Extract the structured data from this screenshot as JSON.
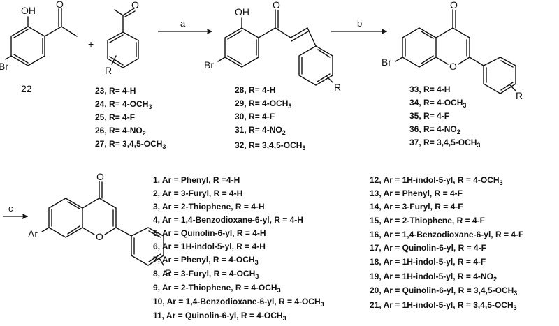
{
  "reaction_arrows": {
    "step_a": "a",
    "step_b": "b",
    "step_c": "c"
  },
  "atoms": {
    "hydroxyl": "OH",
    "oxygen": "O",
    "bromine": "Br",
    "substituent": "R",
    "aryl": "Ar",
    "plus": "+"
  },
  "starting_material_number": "22",
  "aldehydes": [
    {
      "num": "23,",
      "eq": "R= ",
      "val": "4-H",
      "sub": ""
    },
    {
      "num": "24,",
      "eq": "R= ",
      "val": "4-OCH",
      "sub": "3"
    },
    {
      "num": "25,",
      "eq": "R= ",
      "val": "4-F",
      "sub": ""
    },
    {
      "num": "26,",
      "eq": "R= ",
      "val": "4-NO",
      "sub": "2"
    },
    {
      "num": "27,",
      "eq": "R= ",
      "val": "3,4,5-OCH",
      "sub": "3"
    }
  ],
  "chalcones": [
    {
      "num": "28,",
      "eq": "R= ",
      "val": "4-H",
      "sub": ""
    },
    {
      "num": "29,",
      "eq": "R= ",
      "val": "4-OCH",
      "sub": "3"
    },
    {
      "num": "30,",
      "eq": "R= ",
      "val": "4-F",
      "sub": ""
    },
    {
      "num": "31,",
      "eq": "R= ",
      "val": "4-NO",
      "sub": "2"
    },
    {
      "num": "32,",
      "eq": "R= ",
      "val": "3,4,5-OCH",
      "sub": "3"
    }
  ],
  "bromoflavones": [
    {
      "num": "33,",
      "eq": "R= ",
      "val": "4-H",
      "sub": ""
    },
    {
      "num": "34,",
      "eq": "R= ",
      "val": "4-OCH",
      "sub": "3"
    },
    {
      "num": "35,",
      "eq": "R= ",
      "val": "4-F",
      "sub": ""
    },
    {
      "num": "36,",
      "eq": "R= ",
      "val": "4-NO",
      "sub": "2"
    },
    {
      "num": "37,",
      "eq": "R= ",
      "val": "3,4,5-OCH",
      "sub": "3"
    }
  ],
  "products_left": [
    {
      "main": "1. Ar = Phenyl, R =4-H",
      "sub": ""
    },
    {
      "main": "2, Ar = 3-Furyl, R = 4-H",
      "sub": ""
    },
    {
      "main": "3, Ar = 2-Thiophene, R = 4-H",
      "sub": ""
    },
    {
      "main": "4, Ar = 1,4-Benzodioxane-6-yl, R = 4-H",
      "sub": ""
    },
    {
      "main": "5, Ar = Quinolin-6-yl, R = 4-H",
      "sub": ""
    },
    {
      "main": "6, Ar = 1H-indol-5-yl, R = 4-H",
      "sub": ""
    },
    {
      "main": "7, Ar = Phenyl, R = 4-OCH",
      "sub": "3"
    },
    {
      "main": "8, Ar = 3-Furyl, R = 4-OCH",
      "sub": "3"
    },
    {
      "main": "9, Ar = 2-Thiophene, R = 4-OCH",
      "sub": "3"
    },
    {
      "main": "10, Ar = 1,4-Benzodioxane-6-yl, R = 4-OCH",
      "sub": "3"
    },
    {
      "main": "11, Ar = Quinolin-6-yl, R = 4-OCH",
      "sub": "3"
    }
  ],
  "products_right": [
    {
      "main": "12, Ar = 1H-indol-5-yl, R = 4-OCH",
      "sub": "3"
    },
    {
      "main": "13, Ar = Phenyl, R = 4-F",
      "sub": ""
    },
    {
      "main": "14, Ar = 3-Furyl, R = 4-F",
      "sub": ""
    },
    {
      "main": "15, Ar = 2-Thiophene, R = 4-F",
      "sub": ""
    },
    {
      "main": "16, Ar = 1,4-Benzodioxane-6-yl, R = 4-F",
      "sub": ""
    },
    {
      "main": "17, Ar = Quinolin-6-yl, R = 4-F",
      "sub": ""
    },
    {
      "main": "18, Ar = 1H-indol-5-yl, R = 4-F",
      "sub": ""
    },
    {
      "main": "19, Ar = 1H-indol-5-yl, R = 4-NO",
      "sub": "2"
    },
    {
      "main": "20, Ar = Quinolin-6-yl, R = 3,4,5-OCH",
      "sub": "3"
    },
    {
      "main": "21, Ar = 1H-indol-5-yl, R = 3,4,5-OCH",
      "sub": "3"
    }
  ]
}
